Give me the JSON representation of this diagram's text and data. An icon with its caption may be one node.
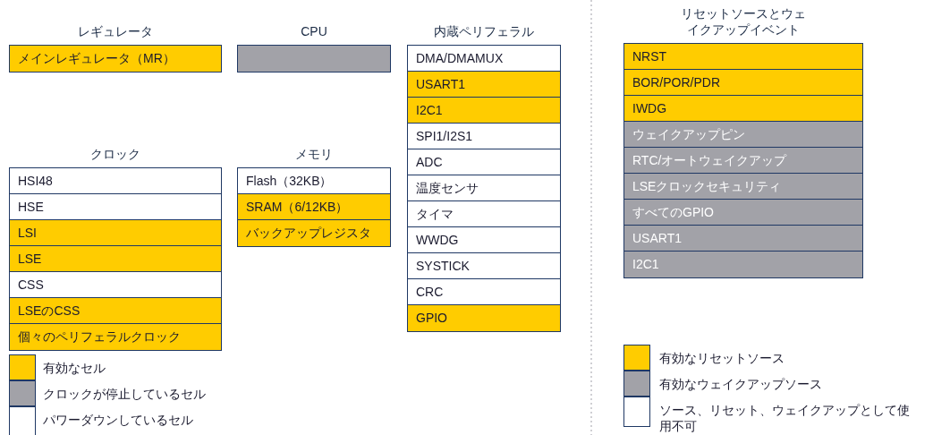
{
  "diagram": {
    "nodes": [
      {
        "text": [
          "レギュレータ"
        ]
      },
      {
        "text": [
          "メインレギュレータ（MR）"
        ],
        "in": 0
      },
      {
        "text": [
          "CPU"
        ]
      },
      {
        "text": [],
        "shape": "box",
        "in": 2
      },
      {
        "text": [
          "内蔵ペリフェラル"
        ]
      },
      {
        "text": [
          "DMA/DMAMUX"
        ],
        "in": 4
      },
      {
        "text": [
          "USART1"
        ],
        "in": 4
      },
      {
        "text": [
          "I2C1"
        ],
        "in": 4
      },
      {
        "text": [
          "SPI1/I2S1"
        ],
        "in": 4
      },
      {
        "text": [
          "ADC"
        ],
        "in": 4
      },
      {
        "text": [
          "温度センサ"
        ],
        "in": 4
      },
      {
        "text": [
          "タイマ"
        ],
        "in": 4
      },
      {
        "text": [
          "WWDG"
        ],
        "in": 4
      },
      {
        "text": [
          "SYSTICK"
        ],
        "in": 4
      },
      {
        "text": [
          "CRC"
        ],
        "in": 4
      },
      {
        "text": [
          "GPIO"
        ],
        "in": 4
      },
      {
        "text": [
          "リセットソースとウェイクアップイベント"
        ]
      },
      {
        "text": [
          "NRST"
        ],
        "in": 16
      },
      {
        "text": [
          "BOR/POR/PDR"
        ],
        "in": 16
      },
      {
        "text": [
          "IWDG"
        ],
        "in": 16
      },
      {
        "text": [
          "ウェイクアップピン"
        ],
        "in": 16
      },
      {
        "text": [
          "RTC/オートウェイクアップ"
        ],
        "in": 16
      },
      {
        "text": [
          "LSEクロックセキュリティ"
        ],
        "in": 16
      },
      {
        "text": [
          "すべてのGPIO"
        ],
        "in": 16
      },
      {
        "text": [
          "USART1"
        ],
        "in": 16
      },
      {
        "text": [
          "I2C1"
        ],
        "in": 16
      },
      {
        "text": [
          "クロック"
        ]
      },
      {
        "text": [
          "HSI48"
        ],
        "in": 26
      },
      {
        "text": [
          "HSE"
        ],
        "in": 26
      },
      {
        "text": [
          "LSI"
        ],
        "in": 26
      },
      {
        "text": [
          "LSE"
        ],
        "in": 26
      },
      {
        "text": [
          "CSS"
        ],
        "in": 26
      },
      {
        "text": [
          "LSEのCSS"
        ],
        "in": 26
      },
      {
        "text": [
          "個々のペリフェラルクロック"
        ],
        "in": 26
      },
      {
        "text": [
          "メモリ"
        ]
      },
      {
        "text": [
          "Flash（32KB）"
        ],
        "in": 34
      },
      {
        "text": [
          "SRAM（6/12KB）"
        ],
        "in": 34
      },
      {
        "text": [
          "バックアップレジスタ"
        ],
        "in": 34
      }
    ],
    "legend": [
      {
        "text": "有効なセル",
        "color": "#ffcc00"
      },
      {
        "text": "クロックが停止しているセル",
        "color": "#a2a2a8"
      },
      {
        "text": "パワーダウンしているセル",
        "color": "#ffffff"
      },
      {
        "text": "有効なリセットソース",
        "color": "#ffcc00"
      },
      {
        "text": "有効なウェイクアップソース",
        "color": "#a2a2a8"
      },
      {
        "text": "ソース、リセット、ウェイクアップとして使用不可",
        "color": "#ffffff"
      }
    ]
  }
}
